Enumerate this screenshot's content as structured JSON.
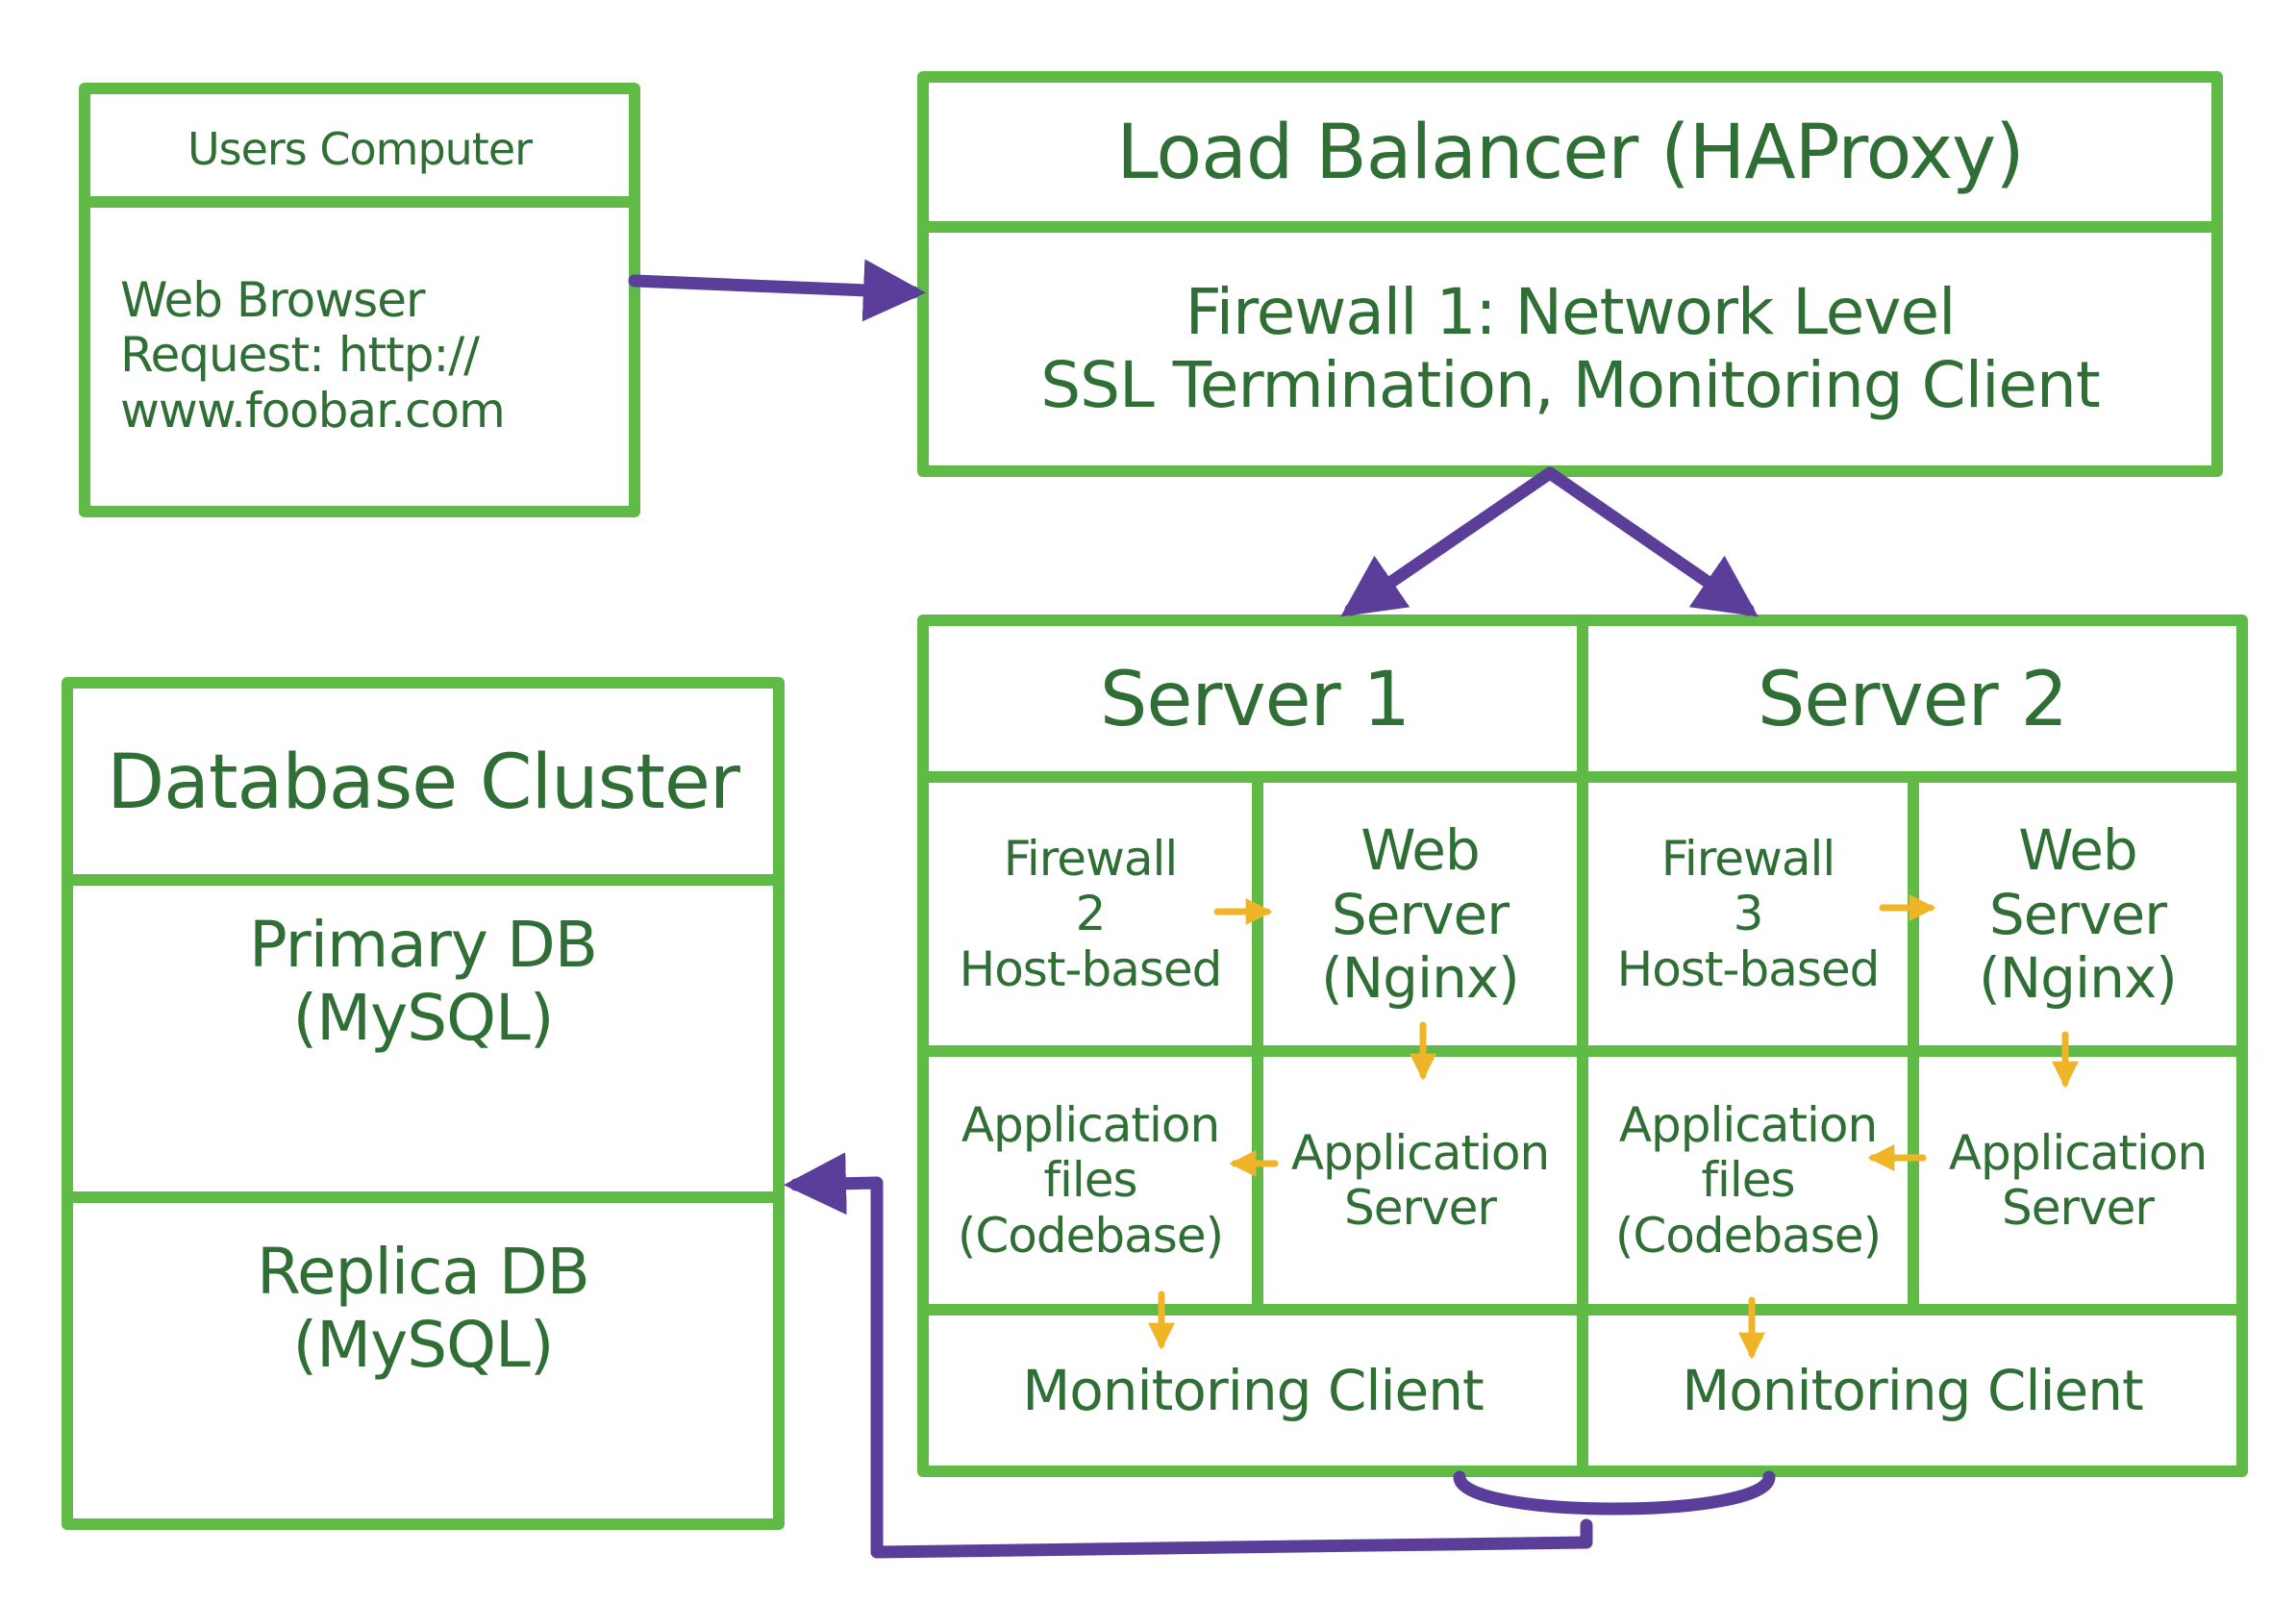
{
  "colors": {
    "box_stroke": "#5fba46",
    "arrow_main": "#5b3d9a",
    "arrow_inner": "#f0b429",
    "text": "#2f6e35"
  },
  "users_computer": {
    "title": "Users Computer",
    "browser": [
      "Web Browser",
      "Request: http://",
      "www.foobar.com"
    ]
  },
  "load_balancer": {
    "title": "Load Balancer (HAProxy)",
    "details": [
      "Firewall 1: Network Level",
      "SSL Termination, Monitoring Client"
    ]
  },
  "database_cluster": {
    "title": "Database Cluster",
    "primary": [
      "Primary DB",
      "(MySQL)"
    ],
    "replica": [
      "Replica DB",
      "(MySQL)"
    ]
  },
  "servers": [
    {
      "title": "Server 1",
      "firewall": [
        "Firewall",
        "2",
        "Host-based"
      ],
      "web_server": [
        "Web",
        "Server",
        "(Nginx)"
      ],
      "app_files": [
        "Application",
        "files",
        "(Codebase)"
      ],
      "app_server": [
        "Application",
        "Server"
      ],
      "monitoring": "Monitoring Client"
    },
    {
      "title": "Server 2",
      "firewall": [
        "Firewall",
        "3",
        "Host-based"
      ],
      "web_server": [
        "Web",
        "Server",
        "(Nginx)"
      ],
      "app_files": [
        "Application",
        "files",
        "(Codebase)"
      ],
      "app_server": [
        "Application",
        "Server"
      ],
      "monitoring": "Monitoring Client"
    }
  ]
}
